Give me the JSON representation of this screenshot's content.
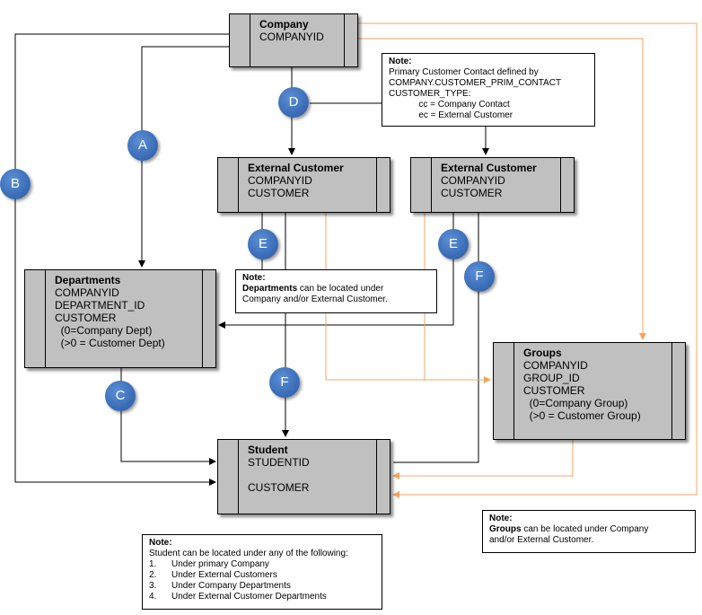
{
  "entities": {
    "company": {
      "title": "Company",
      "lines": [
        "COMPANYID"
      ]
    },
    "ext_customer_1": {
      "title": "External Customer",
      "lines": [
        "COMPANYID",
        "CUSTOMER"
      ]
    },
    "ext_customer_2": {
      "title": "External Customer",
      "lines": [
        "COMPANYID",
        "CUSTOMER"
      ]
    },
    "departments": {
      "title": "Departments",
      "lines": [
        "COMPANYID",
        "DEPARTMENT_ID",
        "CUSTOMER",
        "  (0=Company Dept)",
        "  (>0 = Customer Dept)"
      ]
    },
    "groups": {
      "title": "Groups",
      "lines": [
        "COMPANYID",
        "GROUP_ID",
        "CUSTOMER",
        "  (0=Company Group)",
        "  (>0 = Customer Group)"
      ]
    },
    "student": {
      "title": "Student",
      "lines": [
        "STUDENTID",
        "",
        "CUSTOMER"
      ]
    }
  },
  "notes": {
    "primary_contact": {
      "title": "Note:",
      "lines": [
        "Primary Customer Contact defined by",
        "COMPANY.CUSTOMER_PRIM_CONTACT",
        "CUSTOMER_TYPE:",
        "            cc = Company Contact",
        "            ec = External Customer"
      ]
    },
    "departments": {
      "title": "Note:",
      "bold_word": "Departments",
      "rest": " can be located under",
      "line2": "Company and/or External Customer."
    },
    "groups": {
      "title": "Note:",
      "bold_word": "Groups",
      "rest": " can be located under Company",
      "line2": "and/or External Customer."
    },
    "student": {
      "title": "Note:",
      "lines": [
        "Student can be located under any of the following:",
        "1.      Under primary Company",
        "2.      Under External Customers",
        "3.      Under Company Departments",
        "4.      Under External Customer Departments"
      ]
    }
  },
  "badges": {
    "A": "A",
    "B": "B",
    "C": "C",
    "D": "D",
    "E1": "E",
    "E2": "E",
    "F1": "F",
    "F2": "F"
  },
  "colors": {
    "entity_fill": "#c0c0c0",
    "black_line": "#000000",
    "orange_line": "#f4a460",
    "badge_blue": "#3b6eb8"
  }
}
